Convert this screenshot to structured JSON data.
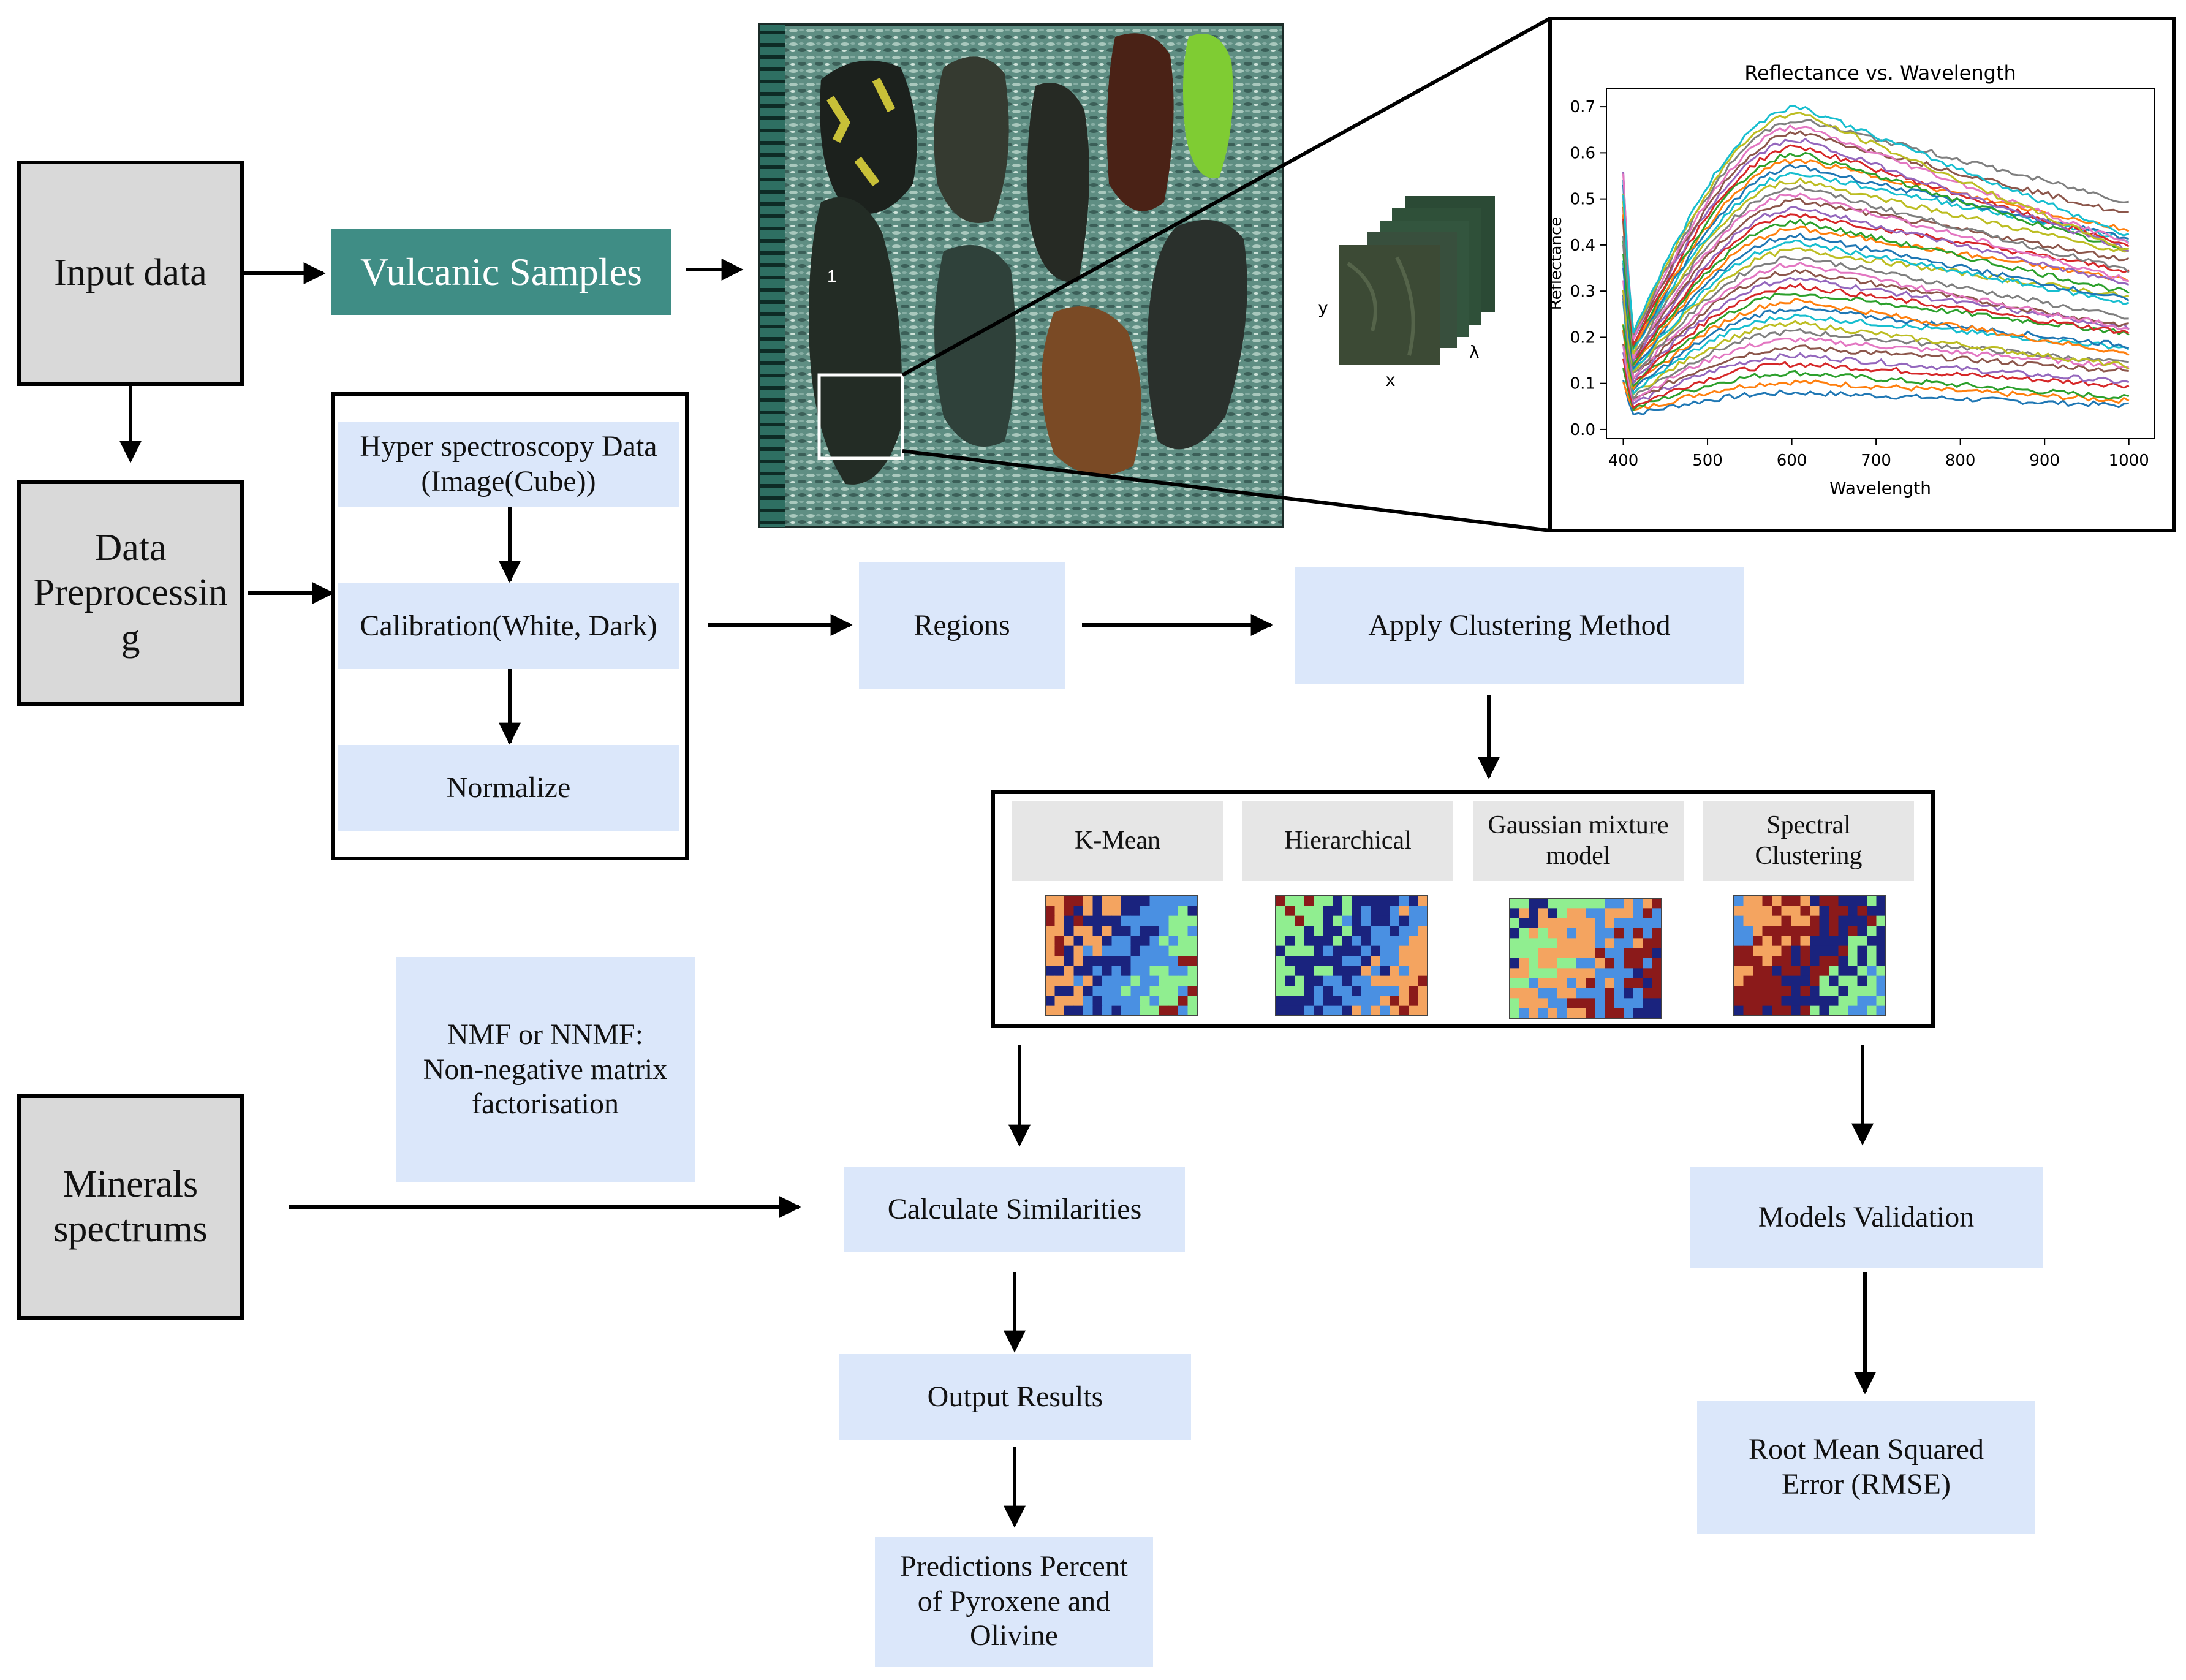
{
  "nodes": {
    "input_data": "Input data",
    "vulcanic_samples": "Vulcanic Samples",
    "data_preprocessing": "Data\nPreprocessin\ng",
    "hyper_data": "Hyper spectroscopy Data\n(Image(Cube))",
    "calibration": "Calibration(White, Dark)",
    "normalize": "Normalize",
    "regions": "Regions",
    "apply_clustering": "Apply Clustering Method",
    "nmf": "NMF or NNMF:\nNon-negative matrix\nfactorisation",
    "minerals_spectrums": "Minerals\nspectrums",
    "calculate_similarities": "Calculate Similarities",
    "output_results": "Output Results",
    "predictions": "Predictions Percent\nof Pyroxene and\nOlivine",
    "models_validation": "Models Validation",
    "rmse": "Root Mean Squared\nError (RMSE)"
  },
  "clustering_methods": [
    {
      "label": "K-Mean"
    },
    {
      "label": "Hierarchical"
    },
    {
      "label": "Gaussian mixture\nmodel"
    },
    {
      "label": "Spectral\nClustering"
    }
  ],
  "sample_image": {
    "label": "1"
  },
  "cube": {
    "x_label": "x",
    "y_label": "y",
    "lambda_label": "λ"
  },
  "colors": {
    "teal": "#3f8d85",
    "light_blue": "#dbe7fa",
    "gray": "#d9d9d9",
    "light_gray": "#e6e6e6",
    "cluster_palette": [
      "#1a237e",
      "#8b1a1a",
      "#f4a460",
      "#90ee90",
      "#4a90e2"
    ]
  },
  "chart_data": {
    "type": "line",
    "title": "Reflectance vs. Wavelength",
    "xlabel": "Wavelength",
    "ylabel": "Reflectance",
    "xlim": [
      380,
      1030
    ],
    "ylim": [
      -0.02,
      0.74
    ],
    "xticks": [
      400,
      500,
      600,
      700,
      800,
      900,
      1000
    ],
    "yticks": [
      0.0,
      0.1,
      0.2,
      0.3,
      0.4,
      0.5,
      0.6,
      0.7
    ],
    "grid": false,
    "series_count": 40,
    "series_shape": {
      "start_wavelength": 400,
      "end_wavelength": 1000,
      "peak_wavelength": 610,
      "peak_max": 0.7,
      "peak_min": 0.08,
      "start_spike_max": 0.56,
      "end_max": 0.5
    }
  }
}
